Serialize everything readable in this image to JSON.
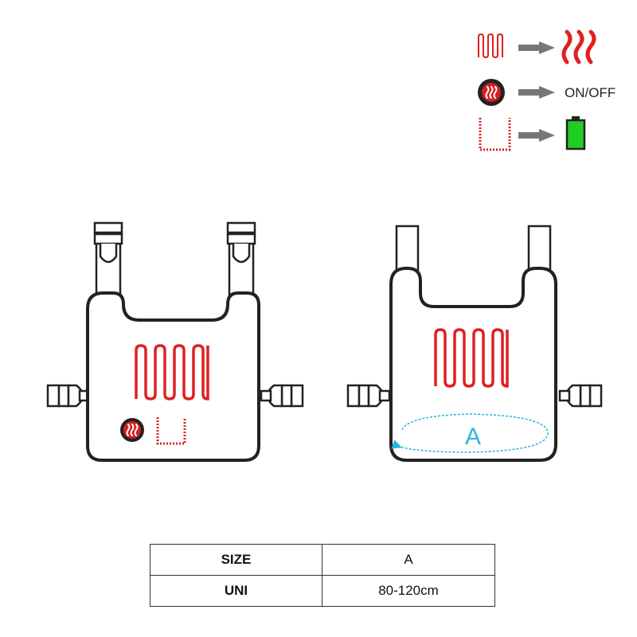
{
  "legend": {
    "heating_element_meaning_icon": "heat-waves-icon",
    "power_button_meaning": "ON/OFF",
    "battery_pocket_meaning_icon": "battery-icon"
  },
  "vest_back": {
    "measure_label": "A"
  },
  "size_table": {
    "rows": [
      {
        "label": "SIZE",
        "value": "A"
      },
      {
        "label": "UNI",
        "value": "80-120cm"
      }
    ]
  },
  "colors": {
    "heating_red": "#e02020",
    "outline": "#222222",
    "battery_green": "#22cc22",
    "measure_blue": "#2ab4e0",
    "arrow_gray": "#777777"
  }
}
